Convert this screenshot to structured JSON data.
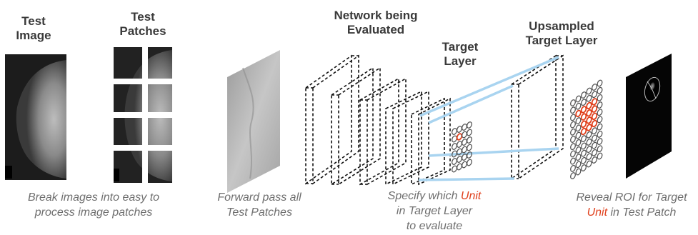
{
  "headings": {
    "test_image": [
      "Test",
      "Image"
    ],
    "test_patches": [
      "Test",
      "Patches"
    ],
    "network": [
      "Network being",
      "Evaluated"
    ],
    "target_layer": [
      "Target",
      "Layer"
    ],
    "upsampled": [
      "Upsampled",
      "Target Layer"
    ]
  },
  "captions": {
    "break_images": [
      "Break images into easy to",
      "process image patches"
    ],
    "forward_pass": [
      "Forward pass all",
      "Test Patches"
    ],
    "specify_unit": {
      "prefix": "Specify which ",
      "highlight": "Unit",
      "line2": "in Target Layer",
      "line3": "to evaluate"
    },
    "reveal_roi": {
      "line1": "Reveal ROI for Target",
      "highlight": "Unit",
      "suffix": " in Test Patch"
    }
  },
  "colors": {
    "heading_text": "#3a3a3a",
    "caption_text": "#6e6e6e",
    "highlight": "#e0401c",
    "connector": "#a9d4f0",
    "unit_ring": "#555555"
  }
}
